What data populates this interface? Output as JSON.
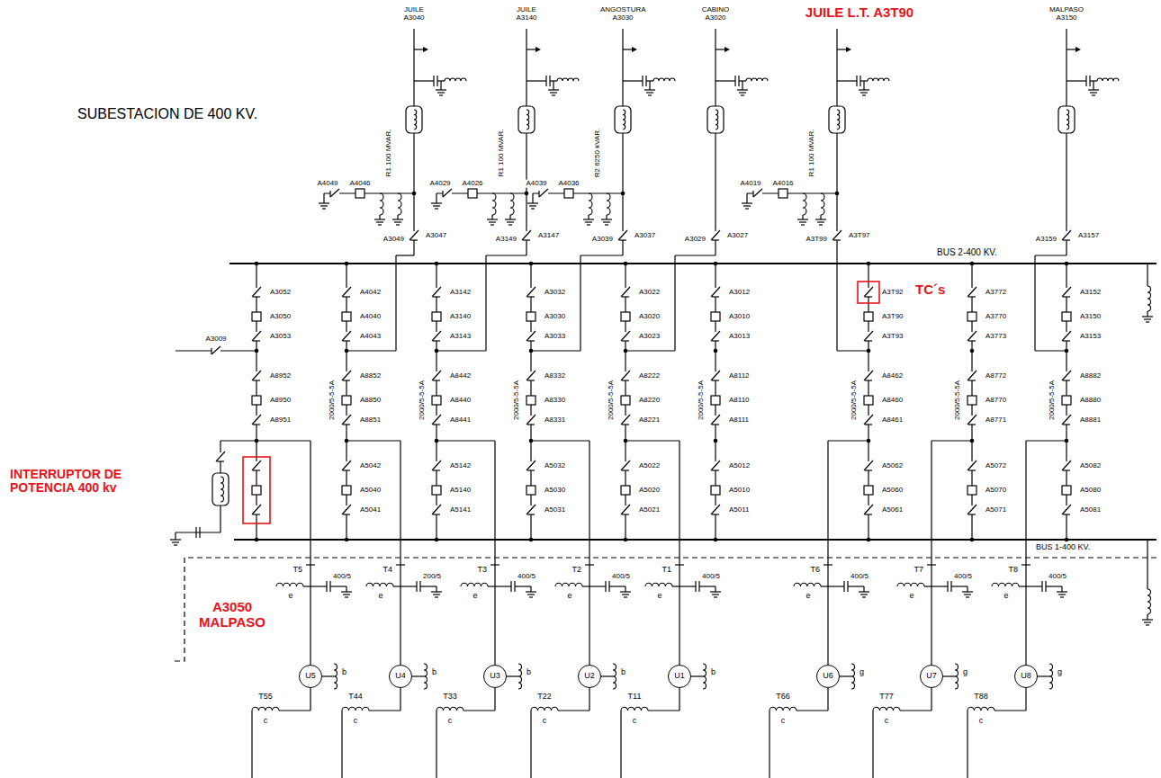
{
  "diagram": {
    "title": "SUBESTACION DE 400 KV.",
    "nodes": [
      {
        "text": [
          "U5"
        ]
      },
      {
        "text": [
          "U4"
        ]
      },
      {
        "text": [
          "U3"
        ]
      },
      {
        "text": [
          "U2"
        ]
      },
      {
        "text": [
          "U1"
        ]
      },
      {
        "text": [
          "U6"
        ]
      },
      {
        "text": [
          "U7"
        ]
      },
      {
        "text": [
          "U8"
        ]
      }
    ],
    "labels": [
      "JUILE L.T. A3T90",
      "TC´s",
      "INTERRUPTOR DE POTENCIA 400 kv",
      "A3050 MALPASO",
      "BUS 2-400 KV.",
      "BUS 1-400 KV.",
      "JUILE A3040",
      "JUILE A3140",
      "ANGOSTURA A3030",
      "CABINO A3020",
      "MALPASO A3150",
      "A3049",
      "A3047",
      "A3149",
      "A3147",
      "A3039",
      "A3037",
      "A3029",
      "A3027",
      "A3T99",
      "A3T97",
      "A3159",
      "A3157",
      "A4049",
      "A4046",
      "R1 100 MVAR.",
      "A4029",
      "A4026",
      "R1 100 MVAR.",
      "A4039",
      "A4036",
      "R2 6250 kVAR.",
      "A4019",
      "A4016",
      "R1 100 MVAR.",
      "A3052",
      "A3050",
      "A3053",
      "A8952",
      "A8950",
      "A8951",
      "A4042",
      "A4040",
      "A4043",
      "A8852",
      "A8850",
      "A8851",
      "A5042",
      "A5040",
      "A5041",
      "A3142",
      "A3140",
      "A3143",
      "A8442",
      "A8440",
      "A8441",
      "A5142",
      "A5140",
      "A5141",
      "A3032",
      "A3030",
      "A3033",
      "A8332",
      "A8330",
      "A8331",
      "A5032",
      "A5030",
      "A5031",
      "A3022",
      "A3020",
      "A3023",
      "A8222",
      "A8220",
      "A8221",
      "A5022",
      "A5020",
      "A5021",
      "A3012",
      "A3010",
      "A3013",
      "A8112",
      "A8110",
      "A8111",
      "A5012",
      "A5010",
      "A5011",
      "A3T92",
      "A3T90",
      "A3T93",
      "A8462",
      "A8460",
      "A8461",
      "A5062",
      "A5060",
      "A5061",
      "A3772",
      "A3770",
      "A3773",
      "A8772",
      "A8770",
      "A8771",
      "A5072",
      "A5070",
      "A5071",
      "A3152",
      "A3150",
      "A3153",
      "A8882",
      "A8880",
      "A8881",
      "A5082",
      "A5080",
      "A5081",
      "2000/5-5-5A",
      "2000/5-5-5A",
      "2000/5-5-5A",
      "2000/5-5-5A",
      "2000/5-5-5A",
      "2000/5-5-5A",
      "2000/5-5-5A",
      "2000/5-5-5A",
      "T5",
      "400/5",
      "e",
      "b",
      "T55",
      "c",
      "T4",
      "200/5",
      "e",
      "b",
      "T44",
      "c",
      "T3",
      "400/5",
      "e",
      "b",
      "T33",
      "c",
      "T2",
      "400/5",
      "e",
      "b",
      "T22",
      "c",
      "T1",
      "400/5",
      "e",
      "b",
      "T11",
      "c",
      "T6",
      "400/5",
      "e",
      "g",
      "T66",
      "c",
      "T7",
      "400/5",
      "e",
      "g",
      "T77",
      "c",
      "T8",
      "400/5",
      "e",
      "g",
      "T88",
      "c",
      "A3009"
    ]
  }
}
